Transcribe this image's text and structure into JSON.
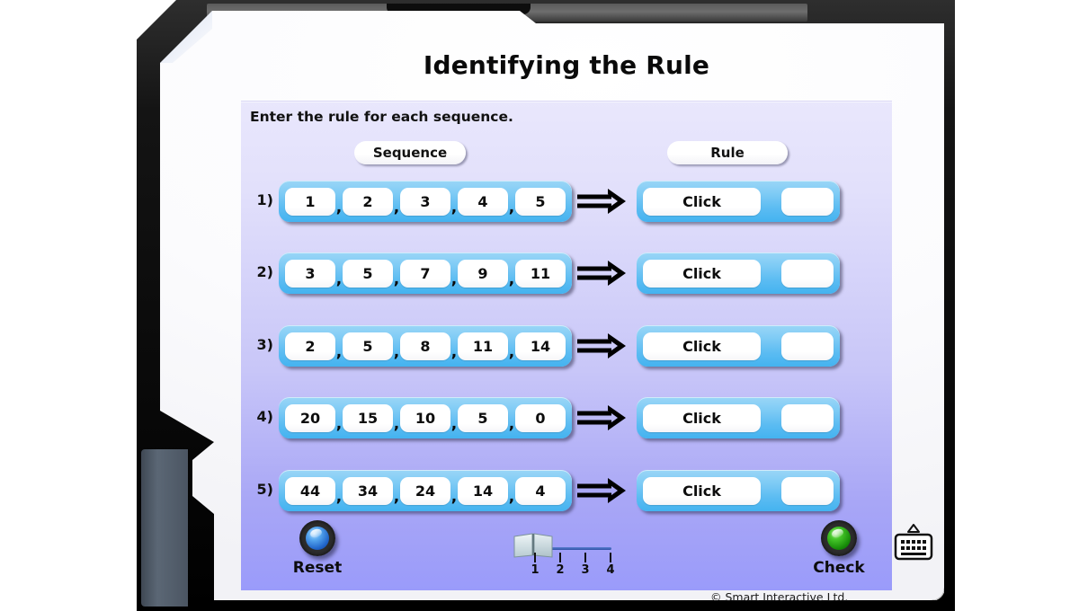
{
  "app": {
    "title": "Identifying the Rule",
    "instruction": "Enter the rule for each sequence.",
    "copyright": "© Smart Interactive Ltd.",
    "accent_blue": "#5cbcf2",
    "panel_top_color": "#e9e7fc",
    "panel_bottom_color": "#9a9bfa",
    "frame_color": "#0a0a0a"
  },
  "headers": {
    "sequence": "Sequence",
    "rule": "Rule"
  },
  "rows": [
    {
      "label": "1)",
      "sequence": [
        "1",
        "2",
        "3",
        "4",
        "5"
      ],
      "separator": ",",
      "arrow": "⟹",
      "rule_value": "Click",
      "rule_answer": ""
    },
    {
      "label": "2)",
      "sequence": [
        "3",
        "5",
        "7",
        "9",
        "11"
      ],
      "separator": ",",
      "arrow": "⟹",
      "rule_value": "Click",
      "rule_answer": ""
    },
    {
      "label": "3)",
      "sequence": [
        "2",
        "5",
        "8",
        "11",
        "14"
      ],
      "separator": ",",
      "arrow": "⟹",
      "rule_value": "Click",
      "rule_answer": ""
    },
    {
      "label": "4)",
      "sequence": [
        "20",
        "15",
        "10",
        "5",
        "0"
      ],
      "separator": ",",
      "arrow": "⟹",
      "rule_value": "Click",
      "rule_answer": ""
    },
    {
      "label": "5)",
      "sequence": [
        "44",
        "34",
        "24",
        "14",
        "4"
      ],
      "separator": ",",
      "arrow": "⟹",
      "rule_value": "Click",
      "rule_answer": ""
    }
  ],
  "controls": {
    "reset_label": "Reset",
    "reset_icon": "blue-led-button",
    "check_label": "Check",
    "check_icon": "green-led-button",
    "keyboard_icon": "keyboard-icon"
  },
  "slider": {
    "ticks": [
      "1",
      "2",
      "3",
      "4"
    ],
    "value": "1",
    "handle_icon": "book-slider-handle"
  }
}
